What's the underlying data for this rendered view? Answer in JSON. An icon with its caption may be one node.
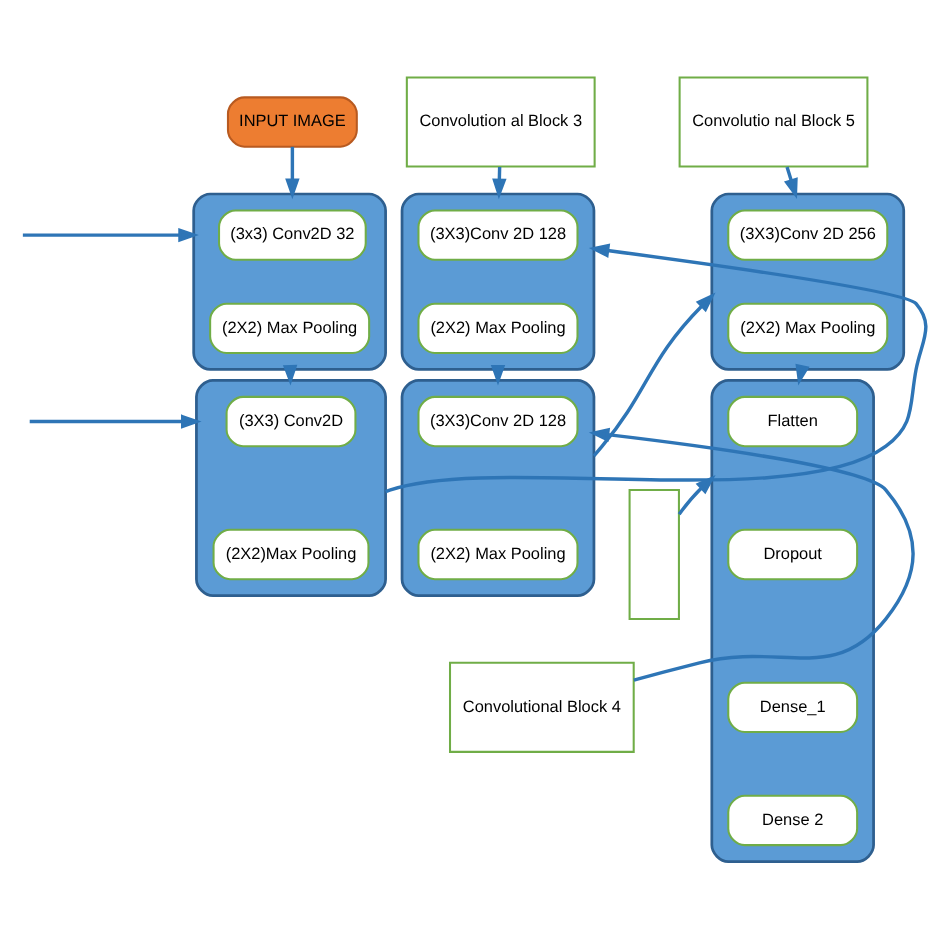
{
  "diagram": {
    "nodes": [
      {
        "text": [
          "INPUT IMAGE"
        ]
      },
      {
        "text": [],
        "shape": "box"
      },
      {
        "text": [
          "(3x3) Conv2D 32"
        ],
        "in": 1
      },
      {
        "text": [
          "(2X2) Max Pooling"
        ],
        "in": 1
      },
      {
        "text": [],
        "shape": "box"
      },
      {
        "text": [
          "(3X3) Conv2D"
        ],
        "in": 4
      },
      {
        "text": [
          "(2X2)Max Pooling"
        ],
        "in": 4
      },
      {
        "text": [
          "Convolution al Block 3"
        ]
      },
      {
        "text": [],
        "shape": "box"
      },
      {
        "text": [
          "(3X3)Conv 2D 128"
        ],
        "in": 8
      },
      {
        "text": [
          "(2X2) Max Pooling"
        ],
        "in": 8
      },
      {
        "text": [],
        "shape": "box"
      },
      {
        "text": [
          "(3X3)Conv 2D 128"
        ],
        "in": 11
      },
      {
        "text": [
          "(2X2) Max Pooling"
        ],
        "in": 11
      },
      {
        "text": [
          "Convolutional Block 4"
        ]
      },
      {
        "text": [
          "Convolutio nal Block 5"
        ]
      },
      {
        "text": [],
        "shape": "box"
      },
      {
        "text": [
          "(3X3)Conv 2D 256"
        ],
        "in": 16
      },
      {
        "text": [
          "(2X2) Max Pooling"
        ],
        "in": 16
      },
      {
        "text": [],
        "shape": "box"
      },
      {
        "text": [
          "Flatten"
        ],
        "in": 19
      },
      {
        "text": [
          "Dropout"
        ],
        "in": 19
      },
      {
        "text": [
          "Dense_1"
        ],
        "in": 19
      },
      {
        "text": [
          "Dense 2"
        ],
        "in": 19
      },
      {
        "text": [],
        "shape": "box"
      }
    ],
    "edges": [
      {
        "from": 0,
        "to": 1,
        "arrow": "to"
      },
      {
        "from": null,
        "to": 1,
        "arrow": "to"
      },
      {
        "from": 1,
        "to": 4,
        "arrow": "to"
      },
      {
        "from": null,
        "to": 4,
        "arrow": "to"
      },
      {
        "from": 4,
        "to": 8,
        "arrow": "to"
      },
      {
        "from": 7,
        "to": 8,
        "arrow": "to"
      },
      {
        "from": 8,
        "to": 11,
        "arrow": "to"
      },
      {
        "from": 14,
        "to": 11,
        "arrow": "to"
      },
      {
        "from": 11,
        "to": 16,
        "arrow": "to"
      },
      {
        "from": 15,
        "to": 16,
        "arrow": "to"
      },
      {
        "from": 16,
        "to": 19,
        "arrow": "to"
      },
      {
        "from": 24,
        "to": 19,
        "arrow": "to"
      }
    ]
  }
}
